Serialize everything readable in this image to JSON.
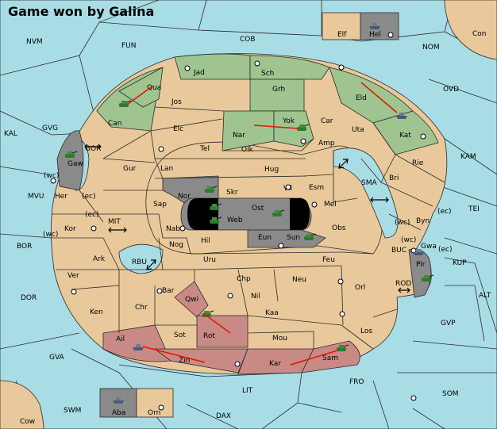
{
  "title": "Game won by Galina",
  "colors": {
    "sea": "#a9dde6",
    "land": "#e9c99b",
    "player_green": "#9fc490",
    "player_gray": "#8a8a8a",
    "player_rose": "#c98a86",
    "move_arrow": "#e01a00"
  },
  "labels": {
    "NVM": "NVM",
    "FUN": "FUN",
    "COB": "COB",
    "NOM": "NOM",
    "Con": "Con",
    "Elf": "Elf",
    "Hel": "Hel",
    "KAL": "KAL",
    "GVG": "GVG",
    "OVD": "OVD",
    "KAM": "KAM",
    "TEI": "TEI",
    "SMA": "SMA",
    "MVU": "MVU",
    "BOR": "BOR",
    "MIT": "MIT",
    "RBU": "RBU",
    "BUC": "BUC",
    "KUP": "KUP",
    "ROD": "ROD",
    "ALT": "ALT",
    "DOR": "DOR",
    "GVP": "GVP",
    "GVA": "GVA",
    "FRO": "FRO",
    "SOM": "SOM",
    "LIT": "LIT",
    "SWM": "SWM",
    "DAX": "DAX",
    "Cow": "Cow",
    "Aba": "Aba",
    "Orn": "Orn",
    "GOR": "GOR",
    "Jad": "Jad",
    "Sch": "Sch",
    "Qua": "Qua",
    "Jos": "Jos",
    "Grh": "Grh",
    "Eld": "Eld",
    "Can": "Can",
    "Elc": "Elc",
    "Nar": "Nar",
    "Yok": "Yok",
    "Car": "Car",
    "Uta": "Uta",
    "Kat": "Kat",
    "Tel": "Tel",
    "Olk": "Olk",
    "Amp": "Amp",
    "Gaw": "Gaw",
    "Gur": "Gur",
    "Lan": "Lan",
    "Hug": "Hug",
    "Rie": "Rie",
    "Bri": "Bri",
    "Vil": "Vil",
    "Esm": "Esm",
    "Nor": "Nor",
    "Skr": "Skr",
    "Her": "Her",
    "Sap": "Sap",
    "Ost": "Ost",
    "Web": "Web",
    "Mel": "Mel",
    "Byn": "Byn",
    "Kor": "Kor",
    "Nab": "Nab",
    "Eun": "Eun",
    "Sun": "Sun",
    "Obs": "Obs",
    "Gwa": "Gwa",
    "Hil": "Hil",
    "Nog": "Nog",
    "Ark": "Ark",
    "Uru": "Uru",
    "Feu": "Feu",
    "Pir": "Pir",
    "Ver": "Ver",
    "Chp": "Chp",
    "Neu": "Neu",
    "Bar": "Bar",
    "Orl": "Orl",
    "Qwi": "Qwi",
    "Nil": "Nil",
    "Ken": "Ken",
    "Chr": "Chr",
    "Kaa": "Kaa",
    "Sot": "Sot",
    "Rot": "Rot",
    "Los": "Los",
    "Ail": "Ail",
    "Mou": "Mou",
    "Zin": "Zin",
    "Kar": "Kar",
    "Sam": "Sam",
    "wc": "(wc)",
    "ec": "(ec)"
  }
}
